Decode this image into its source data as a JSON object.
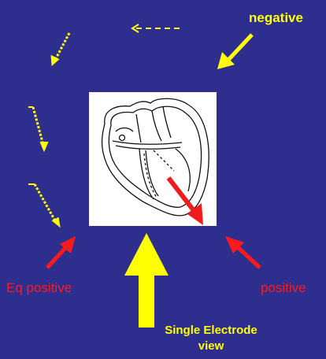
{
  "labels": {
    "negative": "negative",
    "eq_positive": "Eq positive",
    "positive": "positive",
    "single_line1": "Single Electrode",
    "single_line2": "view"
  },
  "colors": {
    "background": "#2e2e8f",
    "yellow": "#ffff00",
    "red": "#ff1a1a",
    "heart_line": "#111111",
    "panel": "#ffffff"
  }
}
